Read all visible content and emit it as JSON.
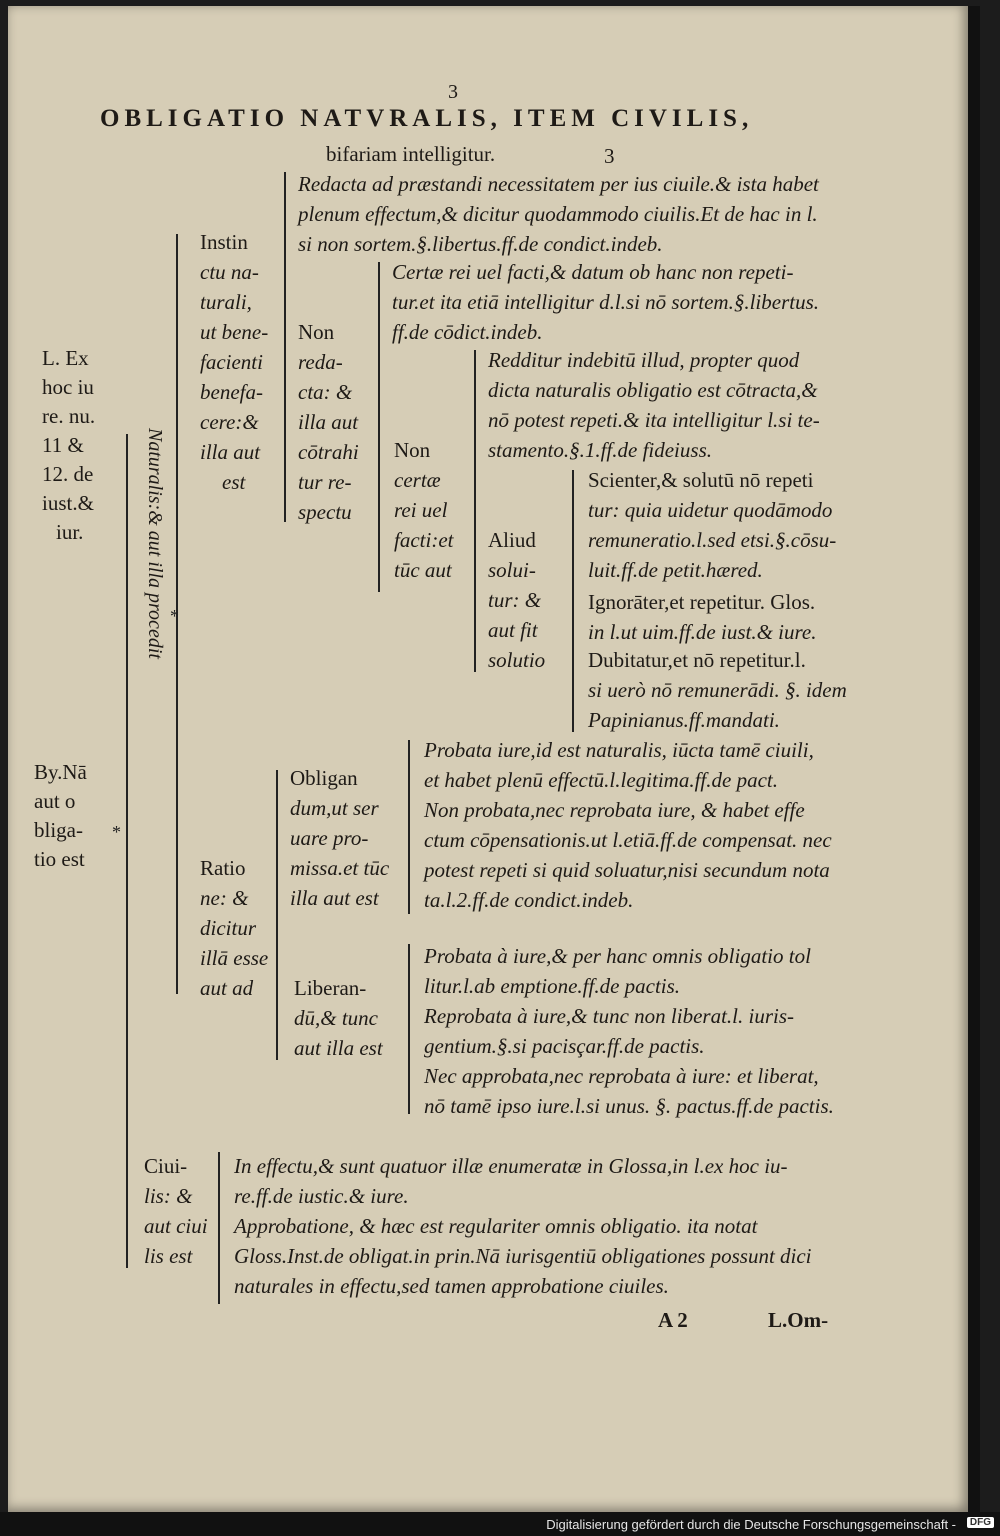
{
  "header": {
    "page_num_top": "3",
    "title": "OBLIGATIO NATVRALIS, ITEM CIVILIS,",
    "subtitle": "bifariam intelligitur.",
    "page_num": "3"
  },
  "margin_notes": {
    "note1": [
      "L. Ex",
      "hoc iu",
      "re. nu.",
      "11 &",
      "12. de",
      "iust.&",
      "iur."
    ],
    "note2": [
      "By.Nā",
      "aut o",
      "bliga-",
      "tio est"
    ]
  },
  "naturalis_label": "Naturalis:& aut illa procedit",
  "instinctu": [
    "Instin",
    "ctu na-",
    "turali,",
    "ut bene-",
    "facienti",
    "benefa-",
    "cere:&",
    "illa aut",
    "est"
  ],
  "redacta": [
    "Redacta ad præstandi necessitatem per ius ciuile.& ista habet",
    "plenum effectum,& dicitur quodammodo ciuilis.Et de hac in l.",
    "si non sortem.§.libertus.ff.de condict.indeb."
  ],
  "non_redacta": [
    "Non",
    "reda-",
    "cta: &",
    "illa aut",
    "cōtrahi",
    "tur re-",
    "spectu"
  ],
  "certae": [
    "Certæ rei uel facti,& datum ob hanc non repeti-",
    "tur.et ita etiā intelligitur d.l.si nō sortem.§.libertus.",
    "ff.de cōdict.indeb."
  ],
  "non_certae": [
    "Non",
    "certæ",
    "rei uel",
    "facti:et",
    "tūc aut"
  ],
  "redditur": [
    "Redditur indebitū illud, propter quod",
    "dicta naturalis obligatio est cōtracta,&",
    "nō potest repeti.& ita intelligitur l.si te-",
    "stamento.§.1.ff.de fideiuss."
  ],
  "aliud": [
    "Aliud",
    "solui-",
    "tur: &",
    "aut fit",
    "solutio"
  ],
  "scienter": [
    "Scienter,& solutū nō repeti",
    "tur: quia uidetur quodāmodo",
    "remuneratio.l.sed etsi.§.cōsu-",
    "luit.ff.de petit.hæred."
  ],
  "ignoranter": [
    "Ignorāter,et repetitur. Glos.",
    "in l.ut uim.ff.de iust.& iure."
  ],
  "dubitatur": [
    "Dubitatur,et nō repetitur.l.",
    "si uerò nō remunerādi. §. idem",
    "Papinianus.ff.mandati."
  ],
  "ratione": [
    "Ratio",
    "ne: &",
    "dicitur",
    "illā esse",
    "aut ad"
  ],
  "obligandum": [
    "Obligan",
    "dum,ut ser",
    "uare pro-",
    "missa.et tūc",
    "illa aut est"
  ],
  "obl_branches": [
    "Probata iure,id est naturalis, iūcta tamē ciuili,",
    "et habet plenū effectū.l.legitima.ff.de pact.",
    "Non probata,nec reprobata iure, & habet effe",
    "ctum cōpensationis.ut l.etiā.ff.de compensat. nec",
    "potest repeti si quid soluatur,nisi secundum nota",
    "ta.l.2.ff.de condict.indeb."
  ],
  "liberandum": [
    "Liberan-",
    "dū,& tunc",
    "aut illa est"
  ],
  "lib_branches": [
    "Probata à iure,& per hanc omnis obligatio tol",
    "litur.l.ab emptione.ff.de pactis.",
    "Reprobata à iure,& tunc non liberat.l. iuris-",
    "gentium.§.si pacisçar.ff.de pactis.",
    "Nec approbata,nec reprobata à iure: et liberat,",
    "nō tamē ipso iure.l.si unus. §. pactus.ff.de pactis."
  ],
  "ciuilis": [
    "Ciui-",
    "lis: &",
    "aut ciui",
    "lis est"
  ],
  "ciuilis_branches": [
    "In effectu,& sunt quatuor illæ enumeratæ in Glossa,in l.ex hoc iu-",
    "re.ff.de iustic.& iure.",
    "Approbatione, & hæc est regulariter omnis obligatio. ita notat",
    "Gloss.Inst.de obligat.in prin.Nā iurisgentiū obligationes possunt dici",
    "naturales in effectu,sed tamen approbatione ciuiles."
  ],
  "signature": "A 2",
  "catchword": "L.Om-",
  "footer": "Digitalisierung gefördert durch die Deutsche Forschungsgemeinschaft -",
  "footer_logo": "DFG"
}
